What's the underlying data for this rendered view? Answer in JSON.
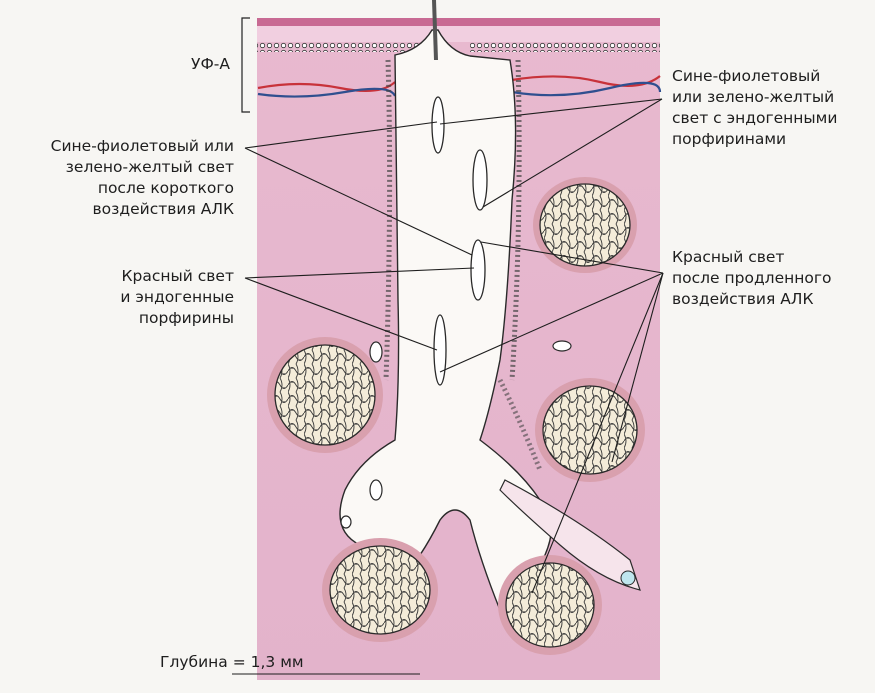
{
  "labels": {
    "uva": "УФ-А",
    "blue_violet_short": "Сине-фиолетовый или\nзелено-желтый свет\nпосле короткого\nвоздействия АЛК",
    "red_endogenous": "Красный свет\nи эндогенные\nпорфирины",
    "blue_violet_endogenous": "Сине-фиолетовый\nили зелено-желтый\nсвет с эндогенными\nпорфиринами",
    "red_prolonged": "Красный свет\nпосле продленного\nвоздействия АЛК",
    "depth": "Глубина = 1,3 мм"
  },
  "colors": {
    "dermis": "#e7bfd3",
    "dermis_light": "#f2dde7",
    "outline": "#2a2a2a",
    "blood_red": "#c8323a",
    "blood_blue": "#2f4f8f",
    "background": "#f7f6f3"
  }
}
